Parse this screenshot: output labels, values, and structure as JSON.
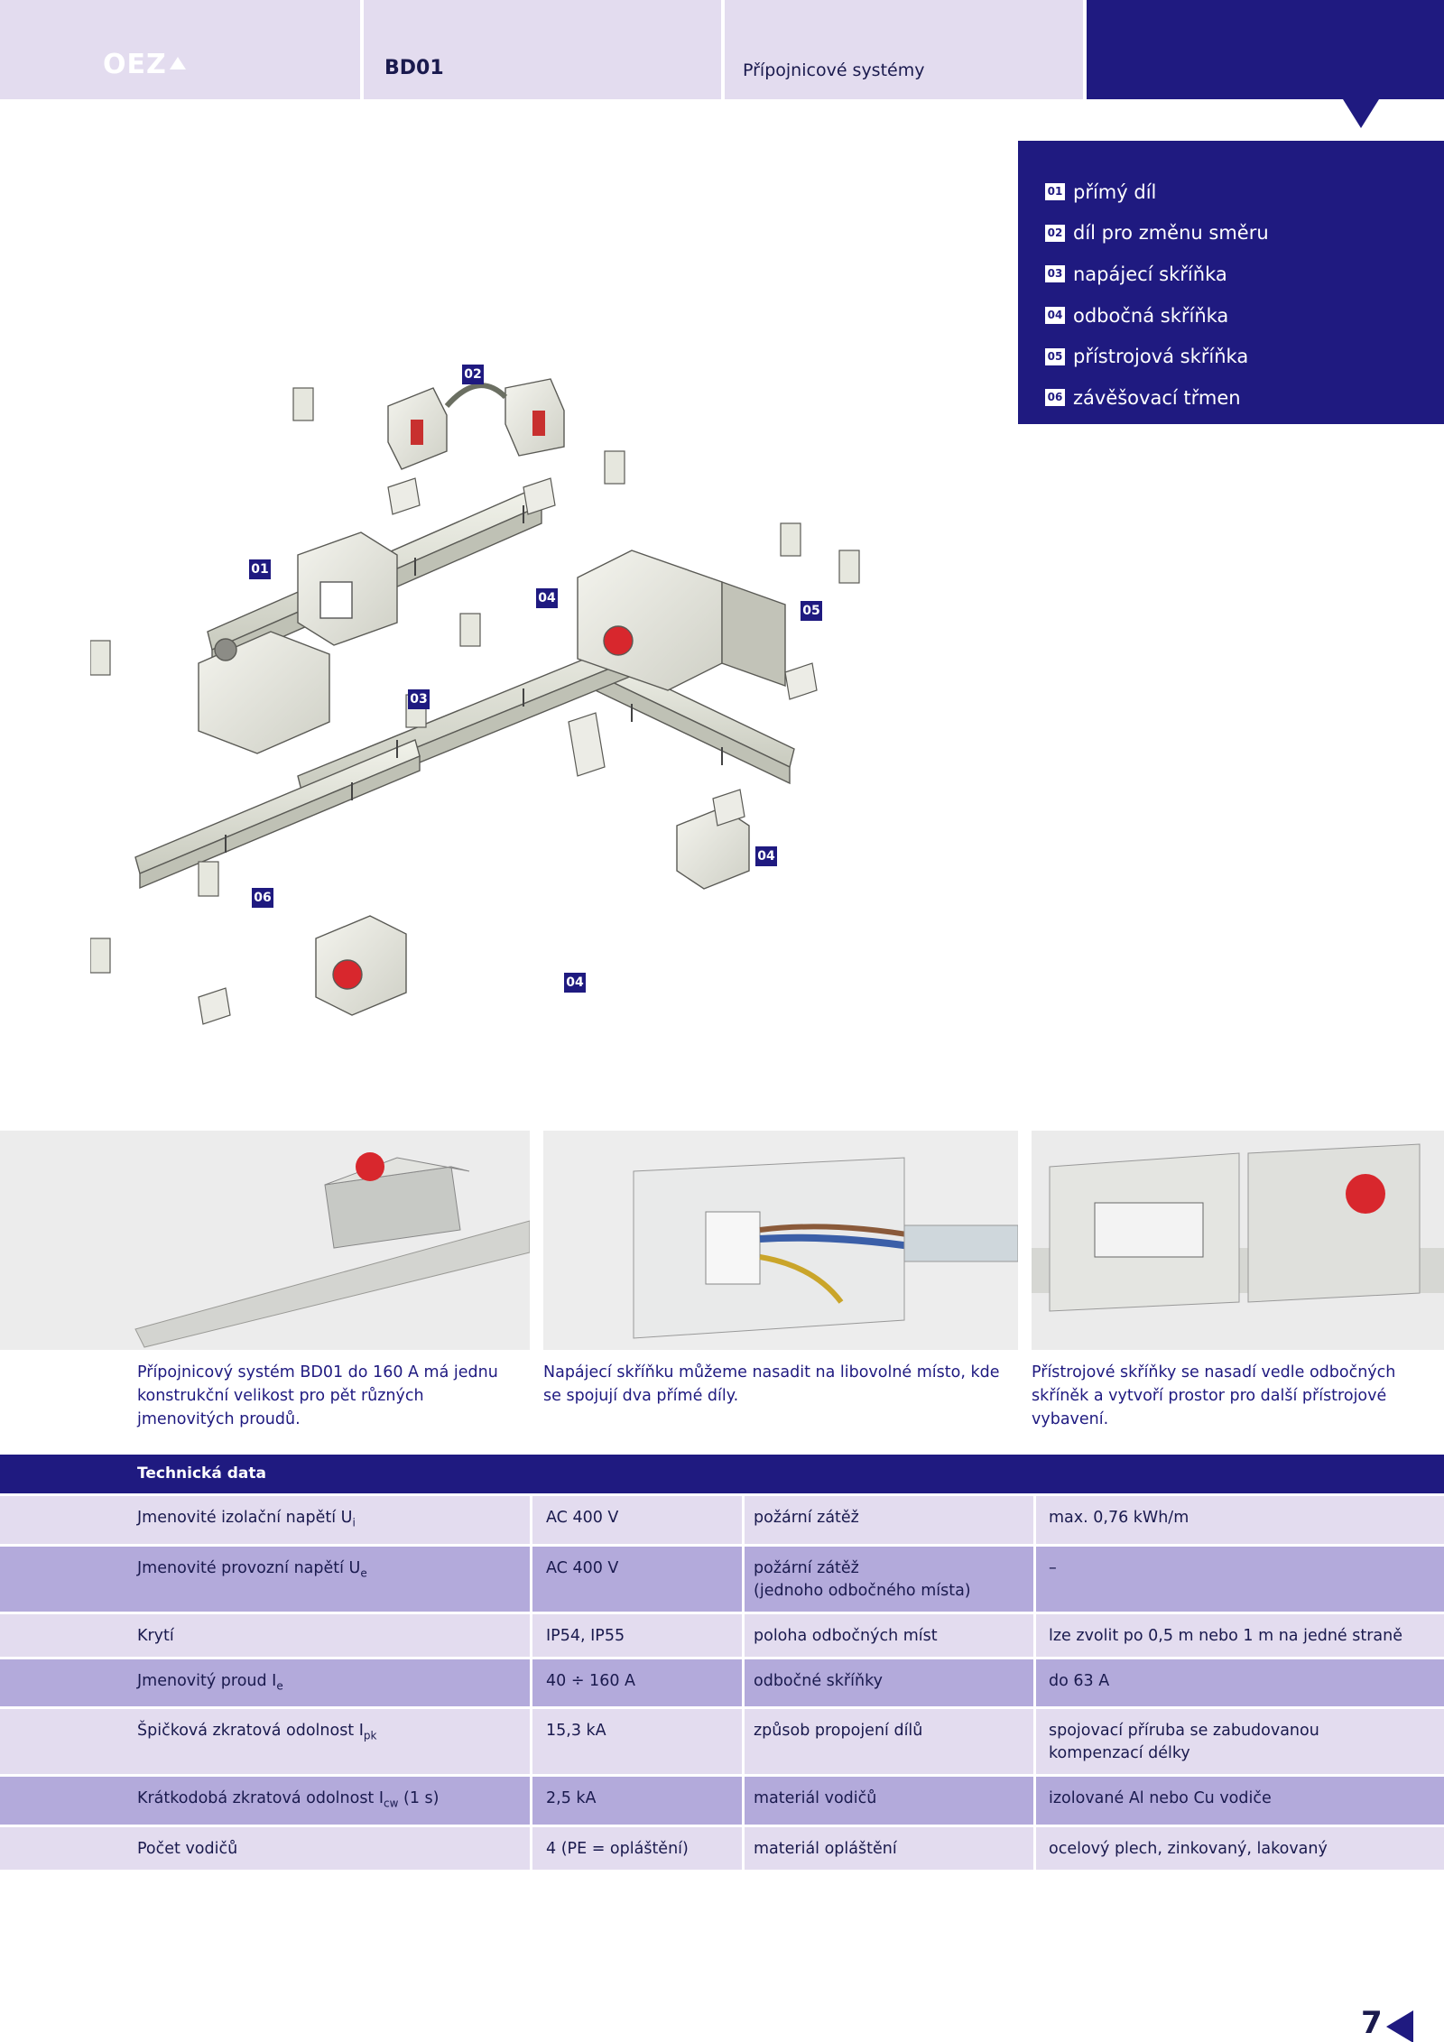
{
  "header": {
    "logo": "OEZ",
    "product": "BD01",
    "section": "Přípojnicové systémy"
  },
  "legend": [
    {
      "num": "01",
      "text": "přímý díl"
    },
    {
      "num": "02",
      "text": "díl pro změnu směru"
    },
    {
      "num": "03",
      "text": "napájecí skříňka"
    },
    {
      "num": "04",
      "text": "odbočná skříňka"
    },
    {
      "num": "05",
      "text": "přístrojová skříňka"
    },
    {
      "num": "06",
      "text": "závěšovací třmen"
    }
  ],
  "callouts": {
    "c01": "01",
    "c02": "02",
    "c03": "03",
    "c04a": "04",
    "c05": "05",
    "c04b": "04",
    "c06": "06",
    "c04c": "04"
  },
  "captions": [
    "Přípojnicový systém BD01 do 160 A má jednu konstrukční velikost pro pět různých jmenovitých proudů.",
    "Napájecí skříňku můžeme nasadit na libovolné místo, kde se spojují dva přímé díly.",
    "Přístrojové skříňky se nasadí vedle odbočných skříněk a vytvoří prostor pro další přístrojové vybavení."
  ],
  "table": {
    "title": "Technická data",
    "rows": [
      {
        "l1": "Jmenovité izolační napětí U",
        "s1": "i",
        "v1": "AC 400 V",
        "l2": "požární zátěž",
        "v2": "max. 0,76 kWh/m"
      },
      {
        "l1": "Jmenovité provozní napětí U",
        "s1": "e",
        "v1": "AC 400 V",
        "l2": "požární zátěž",
        "l2b": "(jednoho odbočného místa)",
        "v2": "–"
      },
      {
        "l1": "Krytí",
        "s1": "",
        "v1": "IP54, IP55",
        "l2": "poloha odbočných míst",
        "v2": "lze zvolit po 0,5 m nebo 1 m na jedné straně"
      },
      {
        "l1": "Jmenovitý proud I",
        "s1": "e",
        "v1": "40 ÷ 160 A",
        "l2": "odbočné skříňky",
        "v2": "do 63 A"
      },
      {
        "l1": "Špičková zkratová odolnost I",
        "s1": "pk",
        "v1": "15,3 kA",
        "l2": "způsob propojení dílů",
        "v2": "spojovací příruba se zabudovanou",
        "v2b": "kompenzací délky"
      },
      {
        "l1": "Krátkodobá zkratová odolnost I",
        "s1": "cw",
        "l1b": " (1 s)",
        "v1": "2,5 kA",
        "l2": "materiál vodičů",
        "v2": "izolované Al nebo Cu vodiče"
      },
      {
        "l1": "Počet vodičů",
        "s1": "",
        "v1": "4 (PE = opláštění)",
        "l2": "materiál opláštění",
        "v2": "ocelový plech, zinkovaný, lakovaný"
      }
    ]
  },
  "page_number": "7"
}
